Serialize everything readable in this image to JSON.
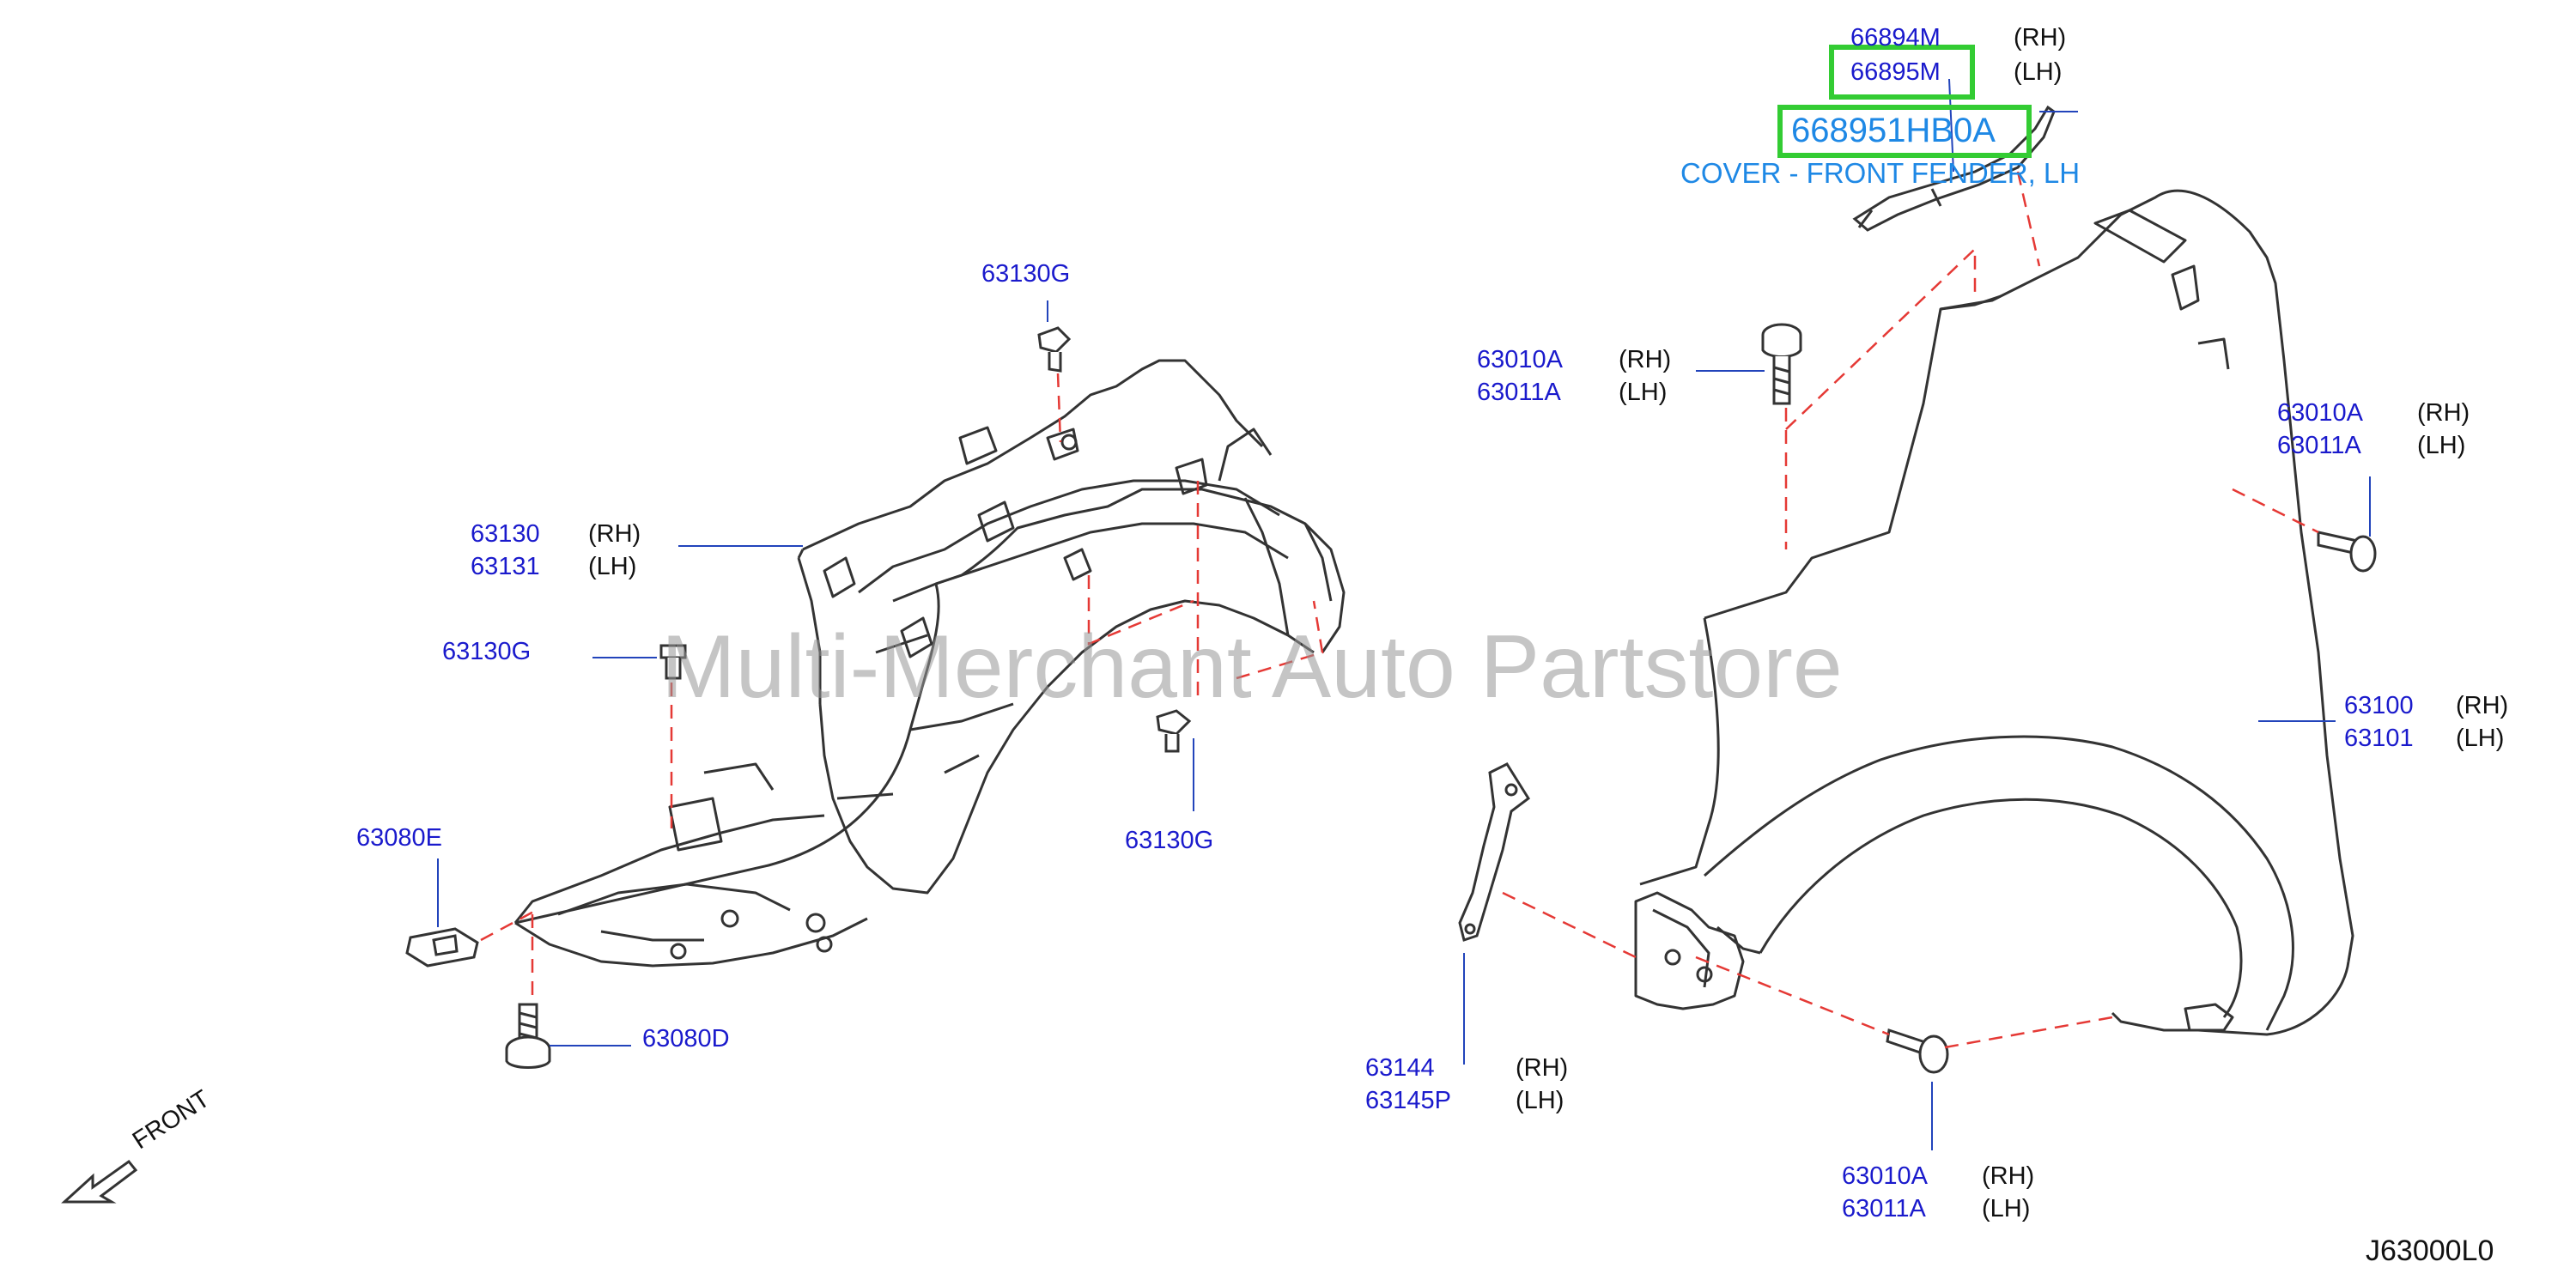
{
  "diagram_code": "J63000L0",
  "watermark": "Multi-Merchant Auto Partstore",
  "front_label": "FRONT",
  "highlight": {
    "part_number": "668951HB0A",
    "description": "COVER - FRONT FENDER, LH",
    "color": "#33cc33",
    "text_color": "#1e88e5"
  },
  "callouts": {
    "c66894": {
      "rh": "66894M",
      "rh_side": "(RH)",
      "lh": "66895M",
      "lh_side": "(LH)"
    },
    "c63130G_top": {
      "part": "63130G"
    },
    "c63130": {
      "rh": "63130",
      "rh_side": "(RH)",
      "lh": "63131",
      "lh_side": "(LH)"
    },
    "c63130G_left": {
      "part": "63130G"
    },
    "c63130G_low": {
      "part": "63130G"
    },
    "c63080E": {
      "part": "63080E"
    },
    "c63080D": {
      "part": "63080D"
    },
    "c63010_top": {
      "rh": "63010A",
      "rh_side": "(RH)",
      "lh": "63011A",
      "lh_side": "(LH)"
    },
    "c63010_right": {
      "rh": "63010A",
      "rh_side": "(RH)",
      "lh": "63011A",
      "lh_side": "(LH)"
    },
    "c63100": {
      "rh": "63100",
      "rh_side": "(RH)",
      "lh": "63101",
      "lh_side": "(LH)"
    },
    "c63144": {
      "rh": "63144",
      "rh_side": "(RH)",
      "lh": "63145P",
      "lh_side": "(LH)"
    },
    "c63010_bottom": {
      "rh": "63010A",
      "rh_side": "(RH)",
      "lh": "63011A",
      "lh_side": "(LH)"
    }
  },
  "colors": {
    "part_number": "#1a1acc",
    "leader": "#2244bb",
    "dashed": "#e53935",
    "drawing": "#333333"
  }
}
